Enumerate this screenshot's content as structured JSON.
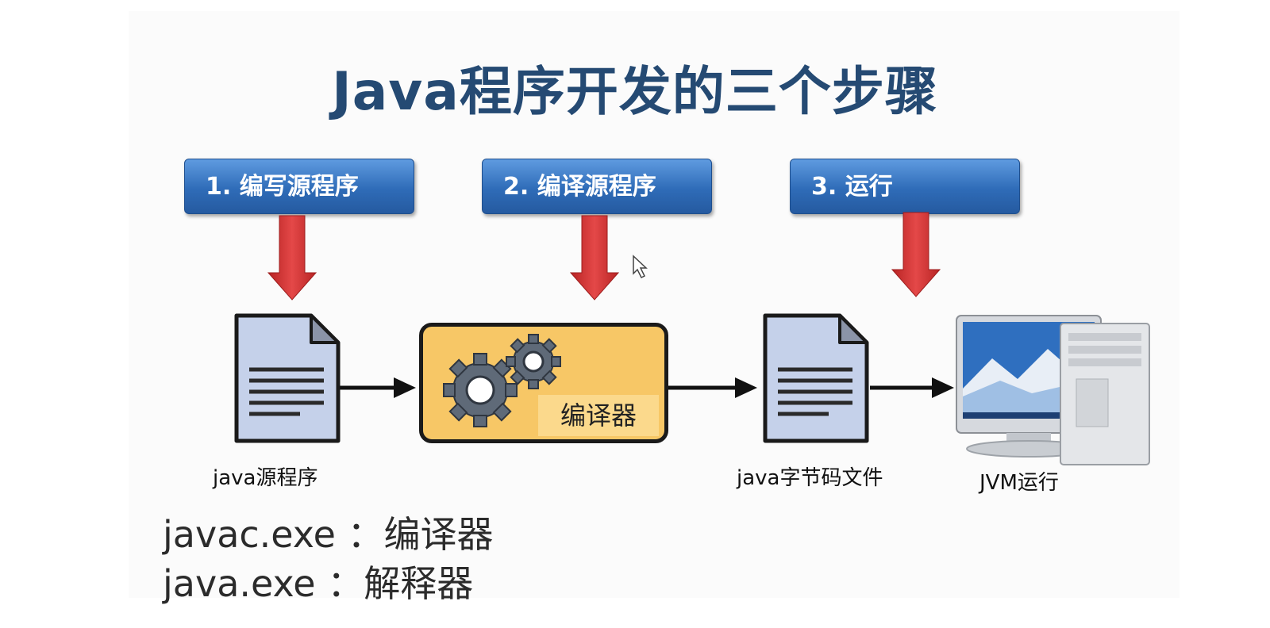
{
  "title": "Java程序开发的三个步骤",
  "steps": [
    {
      "label": "1. 编写源程序"
    },
    {
      "label": "2. 编译源程序"
    },
    {
      "label": "3. 运行"
    }
  ],
  "nodes": {
    "source_caption": "java源程序",
    "compiler_label": "编译器",
    "bytecode_caption": "java字节码文件",
    "jvm_caption": "JVM运行"
  },
  "notes": [
    "javac.exe ：编译器",
    "java.exe ：解释器"
  ],
  "colors": {
    "title": "#254a73",
    "step_button": "#2f6cb8",
    "down_arrow": "#d93b3b",
    "compiler_fill": "#f7c766",
    "document_fill": "#c5d1ea"
  }
}
